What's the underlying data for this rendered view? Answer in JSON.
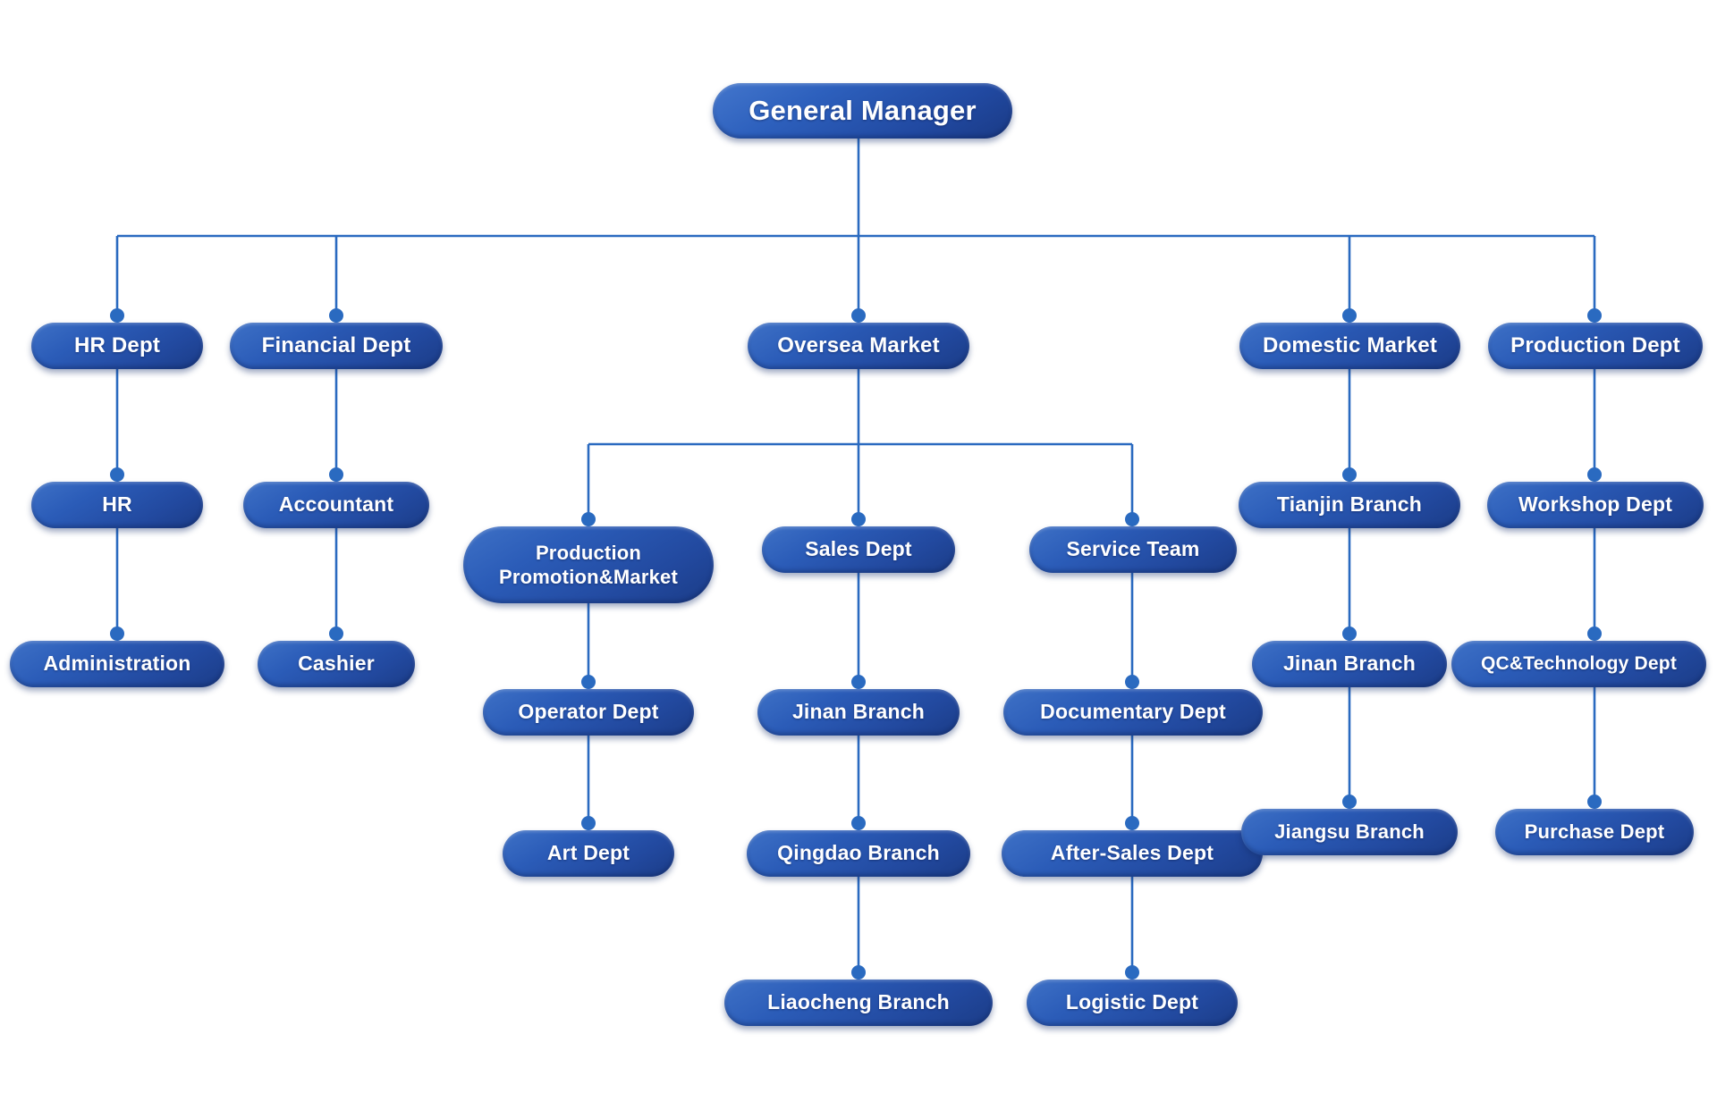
{
  "meta": {
    "title": "Company Organization Chart",
    "type": "org-chart",
    "background_color": "#ffffff",
    "node_fill_top": "#3e71c6",
    "node_fill_bottom": "#1b3c87",
    "node_text_color": "#ffffff",
    "connector_color": "#2a6ac0",
    "connector_dot_color": "#2a6ac0"
  },
  "chart_data": {
    "type": "diagram",
    "title": "Company Organization Chart",
    "root": "General Manager",
    "edges": [
      [
        "General Manager",
        "HR Dept"
      ],
      [
        "General Manager",
        "Financial Dept"
      ],
      [
        "General Manager",
        "Oversea Market"
      ],
      [
        "General Manager",
        "Domestic Market"
      ],
      [
        "General Manager",
        "Production Dept"
      ],
      [
        "HR Dept",
        "HR"
      ],
      [
        "HR",
        "Administration"
      ],
      [
        "Financial Dept",
        "Accountant"
      ],
      [
        "Accountant",
        "Cashier"
      ],
      [
        "Oversea Market",
        "Production Promotion&Market"
      ],
      [
        "Oversea Market",
        "Sales Dept"
      ],
      [
        "Oversea Market",
        "Service Team"
      ],
      [
        "Production Promotion&Market",
        "Operator Dept"
      ],
      [
        "Operator Dept",
        "Art Dept"
      ],
      [
        "Sales Dept",
        "Jinan Branch"
      ],
      [
        "Jinan Branch",
        "Qingdao Branch"
      ],
      [
        "Qingdao Branch",
        "Liaocheng Branch"
      ],
      [
        "Service Team",
        "Documentary Dept"
      ],
      [
        "Documentary Dept",
        "After-Sales Dept"
      ],
      [
        "After-Sales Dept",
        "Logistic Dept"
      ],
      [
        "Domestic Market",
        "Tianjin Branch"
      ],
      [
        "Tianjin Branch",
        "Jinan Branch (Domestic)"
      ],
      [
        "Jinan Branch (Domestic)",
        "Jiangsu Branch"
      ],
      [
        "Production Dept",
        "Workshop Dept"
      ],
      [
        "Workshop Dept",
        "QC&Technology Dept"
      ],
      [
        "QC&Technology Dept",
        "Purchase Dept"
      ]
    ]
  },
  "nodes": {
    "root": {
      "label": "General Manager"
    },
    "hr_dept": {
      "label": "HR Dept"
    },
    "financial_dept": {
      "label": "Financial Dept"
    },
    "oversea_market": {
      "label": "Oversea Market"
    },
    "domestic_market": {
      "label": "Domestic Market"
    },
    "production_dept": {
      "label": "Production Dept"
    },
    "hr": {
      "label": "HR"
    },
    "administration": {
      "label": "Administration"
    },
    "accountant": {
      "label": "Accountant"
    },
    "cashier": {
      "label": "Cashier"
    },
    "production_promotion_line1": {
      "label": "Production"
    },
    "production_promotion_line2": {
      "label": "Promotion&Market"
    },
    "sales_dept": {
      "label": "Sales Dept"
    },
    "service_team": {
      "label": "Service Team"
    },
    "operator_dept": {
      "label": "Operator Dept"
    },
    "art_dept": {
      "label": "Art Dept"
    },
    "jinan_branch_sales": {
      "label": "Jinan Branch"
    },
    "qingdao_branch": {
      "label": "Qingdao Branch"
    },
    "liaocheng_branch": {
      "label": "Liaocheng Branch"
    },
    "documentary_dept": {
      "label": "Documentary Dept"
    },
    "after_sales_dept": {
      "label": "After-Sales Dept"
    },
    "logistic_dept": {
      "label": "Logistic Dept"
    },
    "tianjin_branch": {
      "label": "Tianjin Branch"
    },
    "jinan_branch_domestic": {
      "label": "Jinan Branch"
    },
    "jiangsu_branch": {
      "label": "Jiangsu Branch"
    },
    "workshop_dept": {
      "label": "Workshop Dept"
    },
    "qc_technology_dept": {
      "label": "QC&Technology Dept"
    },
    "purchase_dept": {
      "label": "Purchase Dept"
    }
  }
}
